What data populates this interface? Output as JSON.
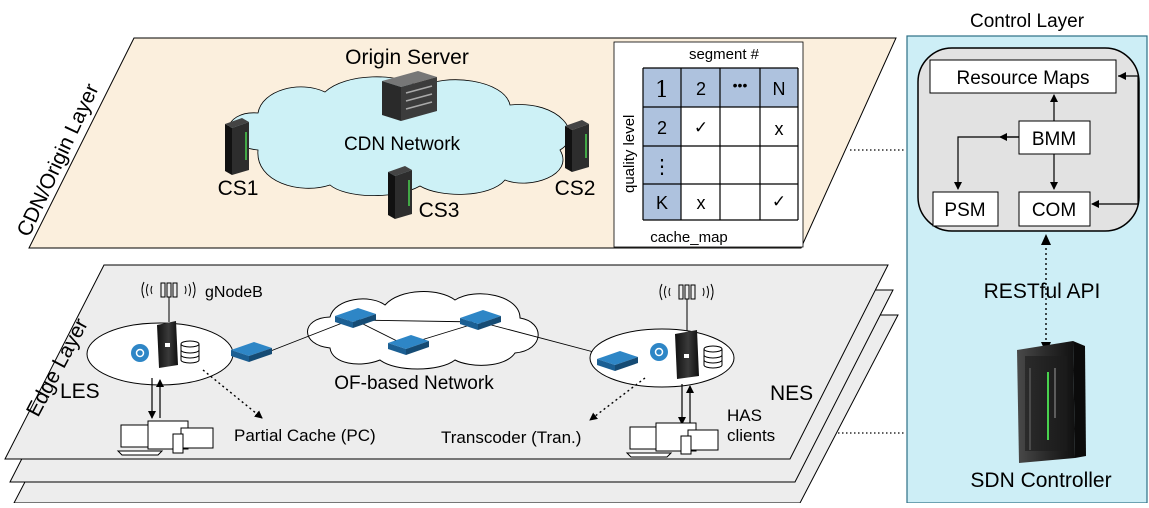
{
  "layers": {
    "cdn_origin": "CDN/Origin Layer",
    "edge": "Edge Layer",
    "control": "Control Layer"
  },
  "cdn": {
    "origin_server": "Origin Server",
    "network": "CDN Network",
    "servers": [
      "CS1",
      "CS2",
      "CS3"
    ]
  },
  "cache_map": {
    "caption": "cache_map",
    "col_header": "segment #",
    "row_header": "quality level",
    "header_row": [
      "1",
      "2",
      "•••",
      "N"
    ],
    "rows": [
      [
        "2",
        "✓",
        "",
        "x"
      ],
      [
        "⋮",
        "",
        "",
        ""
      ],
      [
        "K",
        "x",
        "",
        "✓"
      ]
    ]
  },
  "control": {
    "resource_maps": "Resource Maps",
    "bmm": "BMM",
    "psm": "PSM",
    "com": "COM",
    "api": "RESTful API",
    "controller": "SDN Controller"
  },
  "edge": {
    "gnodeb": "gNodeB",
    "of_network": "OF-based Network",
    "les": "LES",
    "nes": "NES",
    "partial_cache": "Partial Cache (PC)",
    "transcoder": "Transcoder (Tran.)",
    "has_clients": "HAS\nclients"
  },
  "colors": {
    "cdn_layer_fill": "#fbefdd",
    "edge_layer_fill": "#ededed",
    "control_fill": "#cdeef6",
    "cloud_fill": "#cdf1f6",
    "table_header_fill": "#aec2de",
    "switch_fill": "#1f6ba6",
    "server_dark": "#222222"
  }
}
